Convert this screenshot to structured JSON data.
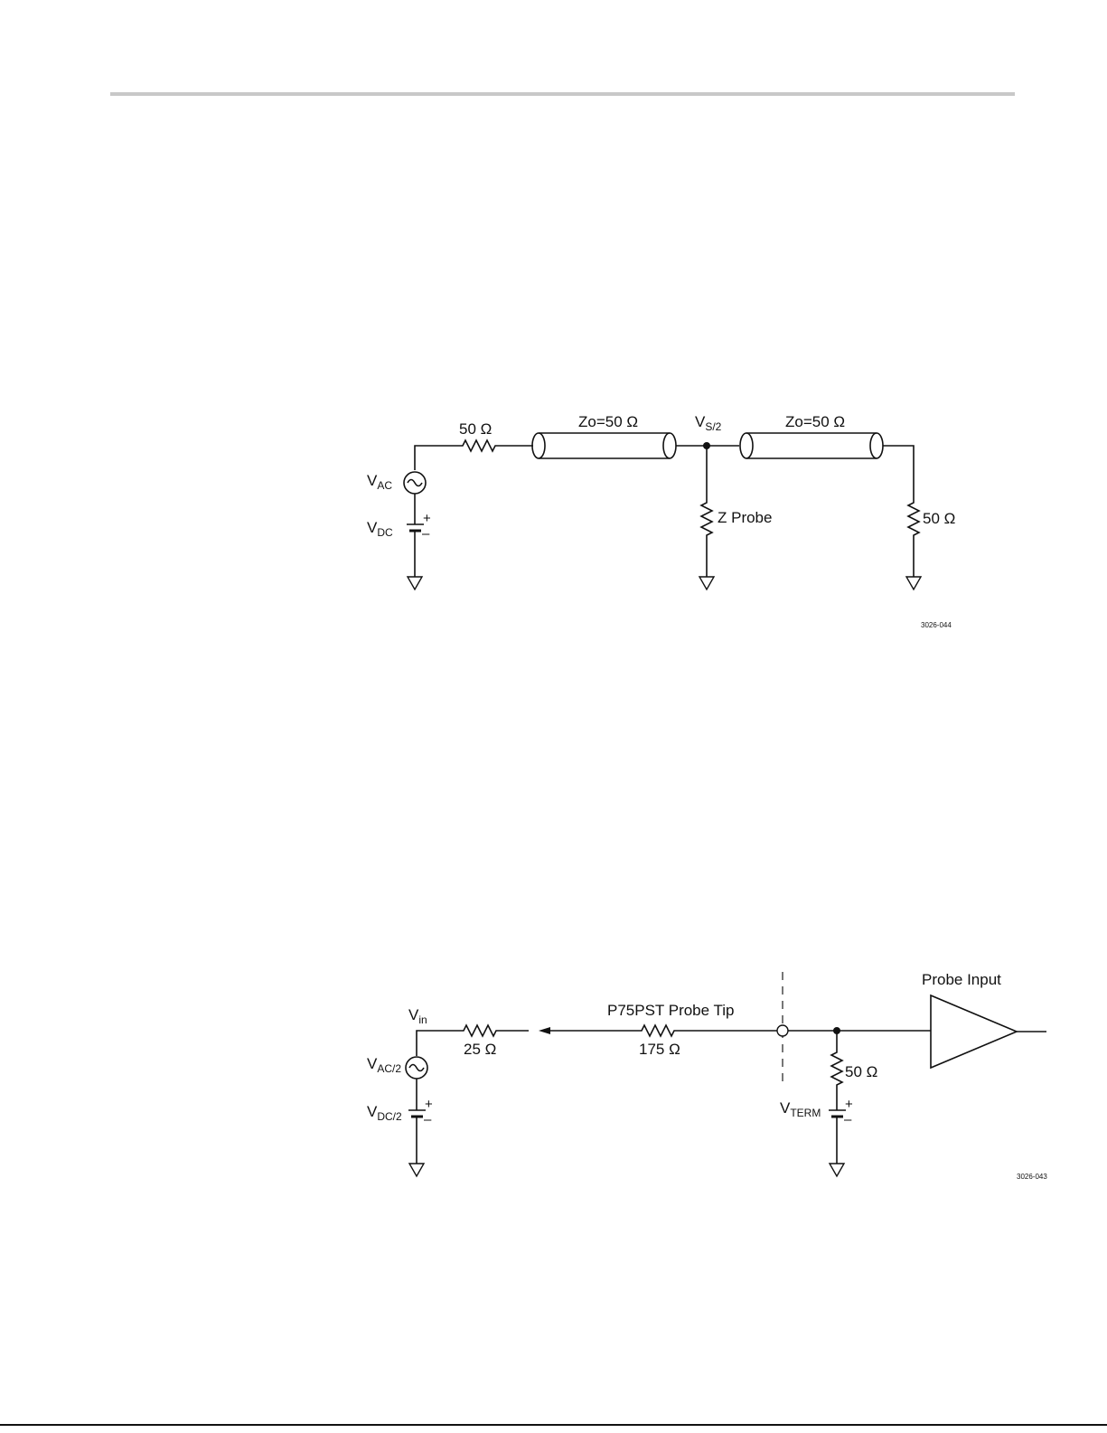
{
  "figure1": {
    "source_ac": {
      "main": "V",
      "sub": "AC"
    },
    "source_dc": {
      "main": "V",
      "sub": "DC"
    },
    "series_resistor": "50 Ω",
    "line1_label": "Zo=50 Ω",
    "node_label": {
      "main": "V",
      "sub": "S/2"
    },
    "line2_label": "Zo=50 Ω",
    "probe_label": "Z Probe",
    "load_label": "50 Ω",
    "plus": "+",
    "minus": "–",
    "figure_id": "3026-044"
  },
  "figure2": {
    "vin": {
      "main": "V",
      "sub": "in"
    },
    "source_ac": {
      "main": "V",
      "sub": "AC/2"
    },
    "source_dc": {
      "main": "V",
      "sub": "DC/2"
    },
    "series_resistor": "25 Ω",
    "tip_title": "P75PST Probe Tip",
    "tip_resistor": "175 Ω",
    "term_resistor": "50 Ω",
    "vterm": {
      "main": "V",
      "sub": "TERM"
    },
    "probe_input": "Probe Input",
    "plus": "+",
    "minus": "–",
    "figure_id": "3026-043"
  }
}
